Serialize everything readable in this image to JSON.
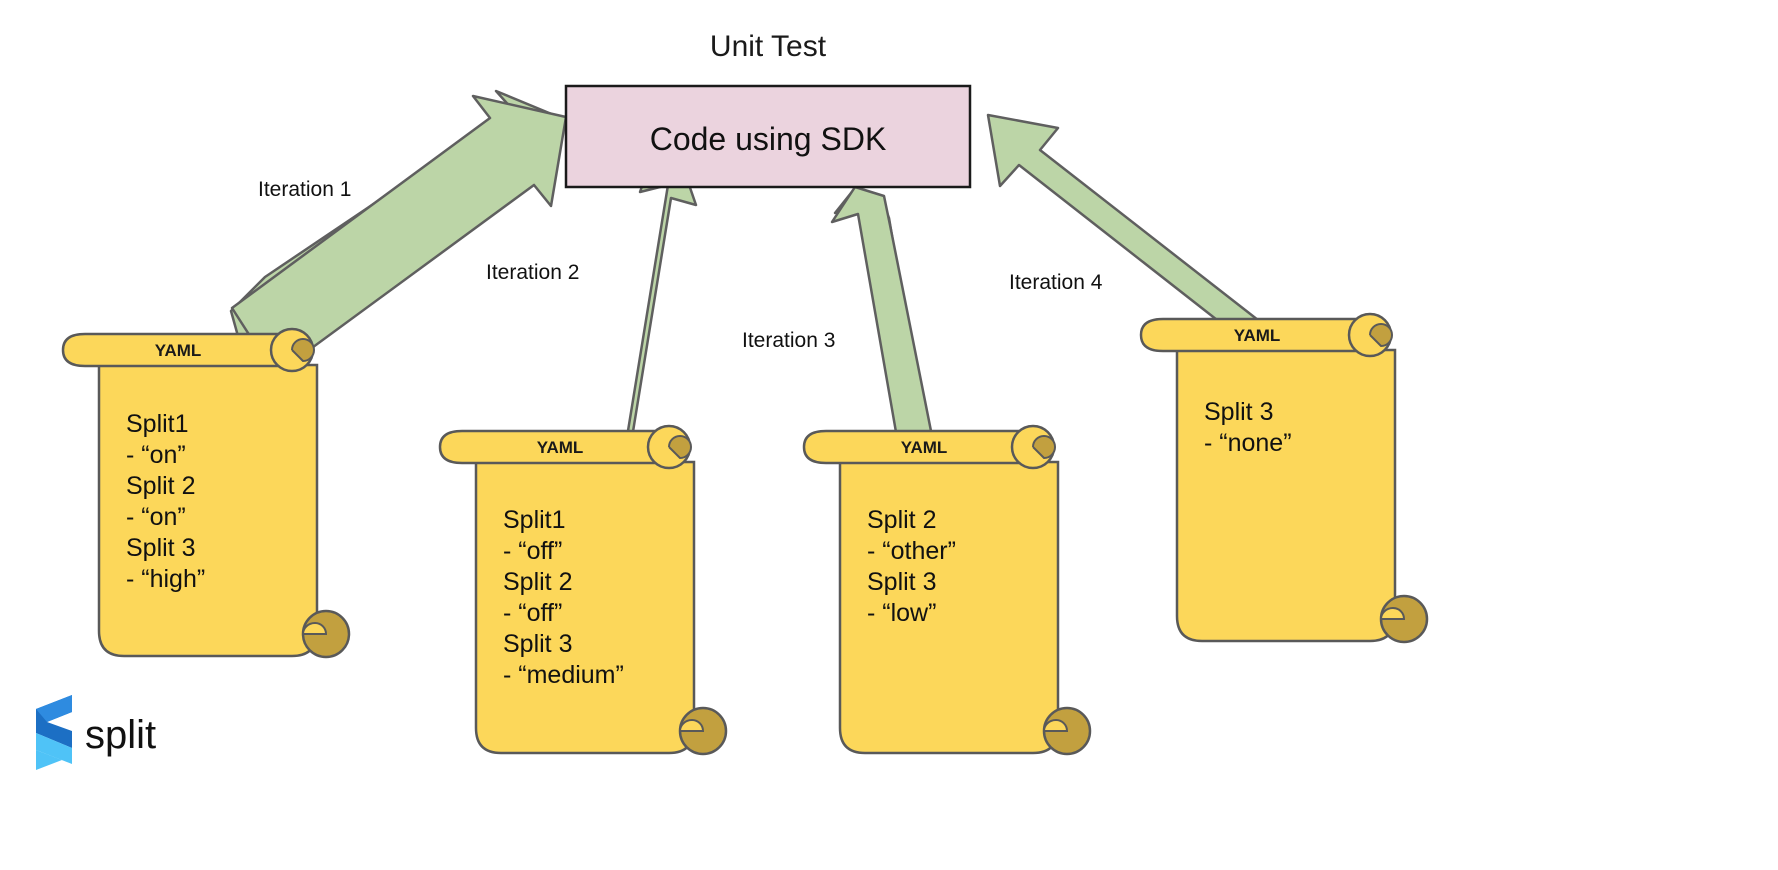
{
  "diagram": {
    "title": "Unit Test",
    "colors": {
      "paper_fill": "#FCD75A",
      "paper_stroke": "#595959",
      "curl_fill": "#C2A03F",
      "arrow_fill": "#BCD5A7",
      "arrow_stroke": "#5F5F5F",
      "box_fill": "#EBD3DE",
      "box_stroke": "#1a1a1a",
      "logo_dark_blue": "#1C6FC4",
      "logo_mid_blue": "#2E8BE0",
      "logo_light_blue": "#4FC3F7",
      "text": "#111111",
      "background": "#FFFFFF"
    },
    "central_node": {
      "label": "Code using SDK"
    },
    "edges": [
      {
        "label": "Iteration 1"
      },
      {
        "label": "Iteration 2"
      },
      {
        "label": "Iteration 3"
      },
      {
        "label": "Iteration 4"
      }
    ],
    "documents": [
      {
        "header": "YAML",
        "lines": [
          "Split1",
          " - “on”",
          "Split 2",
          "- “on”",
          "Split 3",
          "- “high”"
        ]
      },
      {
        "header": "YAML",
        "lines": [
          "Split1",
          " - “off”",
          "Split 2",
          "- “off”",
          "Split 3",
          "- “medium”"
        ]
      },
      {
        "header": "YAML",
        "lines": [
          "Split 2",
          "- “other”",
          "Split 3",
          "- “low”"
        ]
      },
      {
        "header": "YAML",
        "lines": [
          "Split 3",
          "- “none”"
        ]
      }
    ],
    "logo": {
      "wordmark": "split",
      "mark": "split-chevron-logo"
    }
  }
}
